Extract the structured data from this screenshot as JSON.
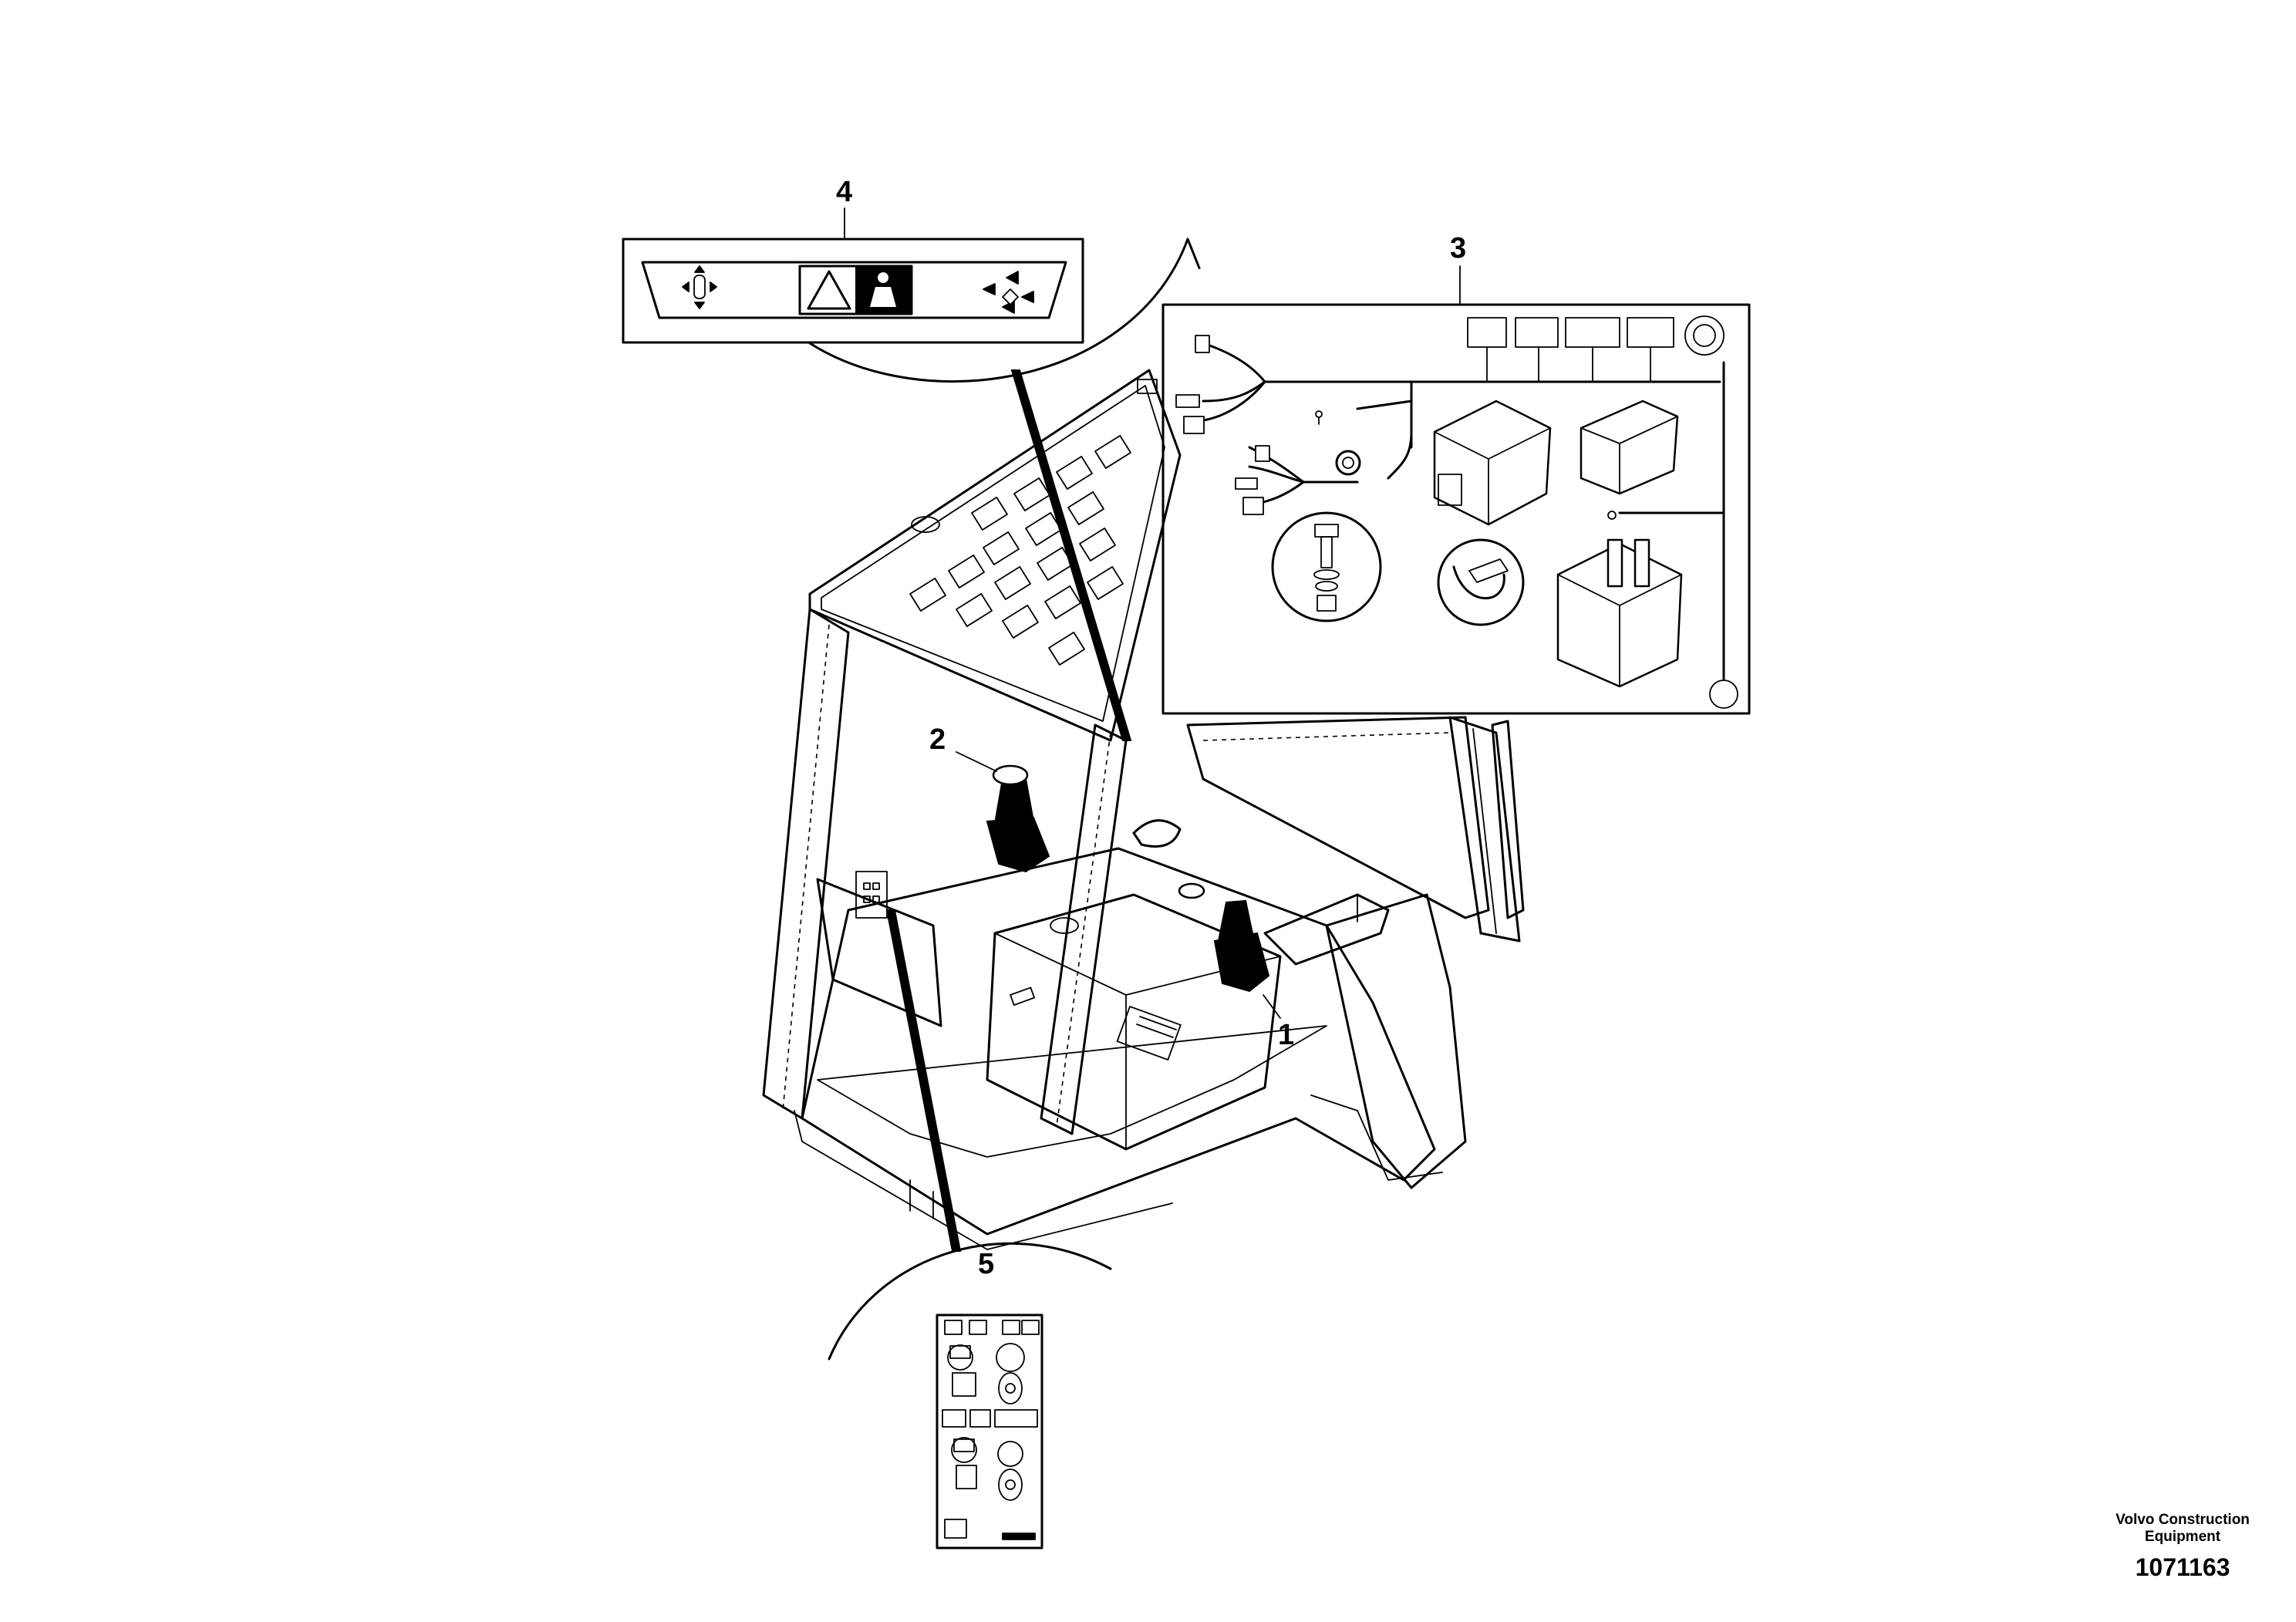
{
  "callouts": {
    "c1": "1",
    "c2": "2",
    "c3": "3",
    "c4": "4",
    "c5": "5"
  },
  "footer": {
    "brand_line1": "Volvo Construction",
    "brand_line2": "Equipment",
    "figure_number": "1071163"
  }
}
